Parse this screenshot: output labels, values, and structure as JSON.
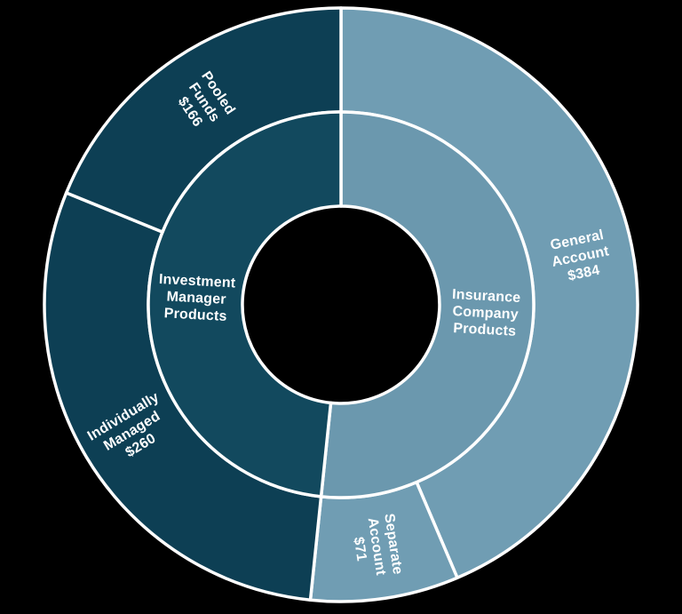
{
  "page": {
    "background_color": "#000000"
  },
  "chart_data": {
    "type": "pie",
    "variant": "nested-donut-sunburst",
    "direction": "clockwise",
    "start_angle_deg_from_top": 0,
    "total": 881,
    "stroke_color": "#ffffff",
    "label_color": "#ffffff",
    "inner_ring": [
      {
        "id": "insurance-company-products",
        "label": "Insurance Company Products",
        "label_lines": [
          "Insurance",
          "Company",
          "Products"
        ],
        "value": 455,
        "color": "#6b98ae"
      },
      {
        "id": "investment-manager-products",
        "label": "Investment Manager Products",
        "label_lines": [
          "Investment",
          "Manager",
          "Products"
        ],
        "value": 426,
        "color": "#12495e"
      }
    ],
    "outer_ring": [
      {
        "id": "general-account",
        "label": "General Account",
        "value_label": "$384",
        "label_lines": [
          "General",
          "Account",
          "$384"
        ],
        "value": 384,
        "parent": "Insurance Company Products",
        "color": "#709db3"
      },
      {
        "id": "separate-account",
        "label": "Separate Account",
        "value_label": "$71",
        "label_lines": [
          "Separate",
          "Account",
          "$71"
        ],
        "value": 71,
        "parent": "Insurance Company Products",
        "color": "#709db3"
      },
      {
        "id": "individually-managed",
        "label": "Individually Managed",
        "value_label": "$260",
        "label_lines": [
          "Individually",
          "Managed",
          "$260"
        ],
        "value": 260,
        "parent": "Investment Manager Products",
        "color": "#0d3f54"
      },
      {
        "id": "pooled-funds",
        "label": "Pooled Funds",
        "value_label": "$166",
        "label_lines": [
          "Pooled",
          "Funds",
          "$166"
        ],
        "value": 166,
        "parent": "Investment Manager Products",
        "color": "#0d3f54"
      }
    ]
  }
}
